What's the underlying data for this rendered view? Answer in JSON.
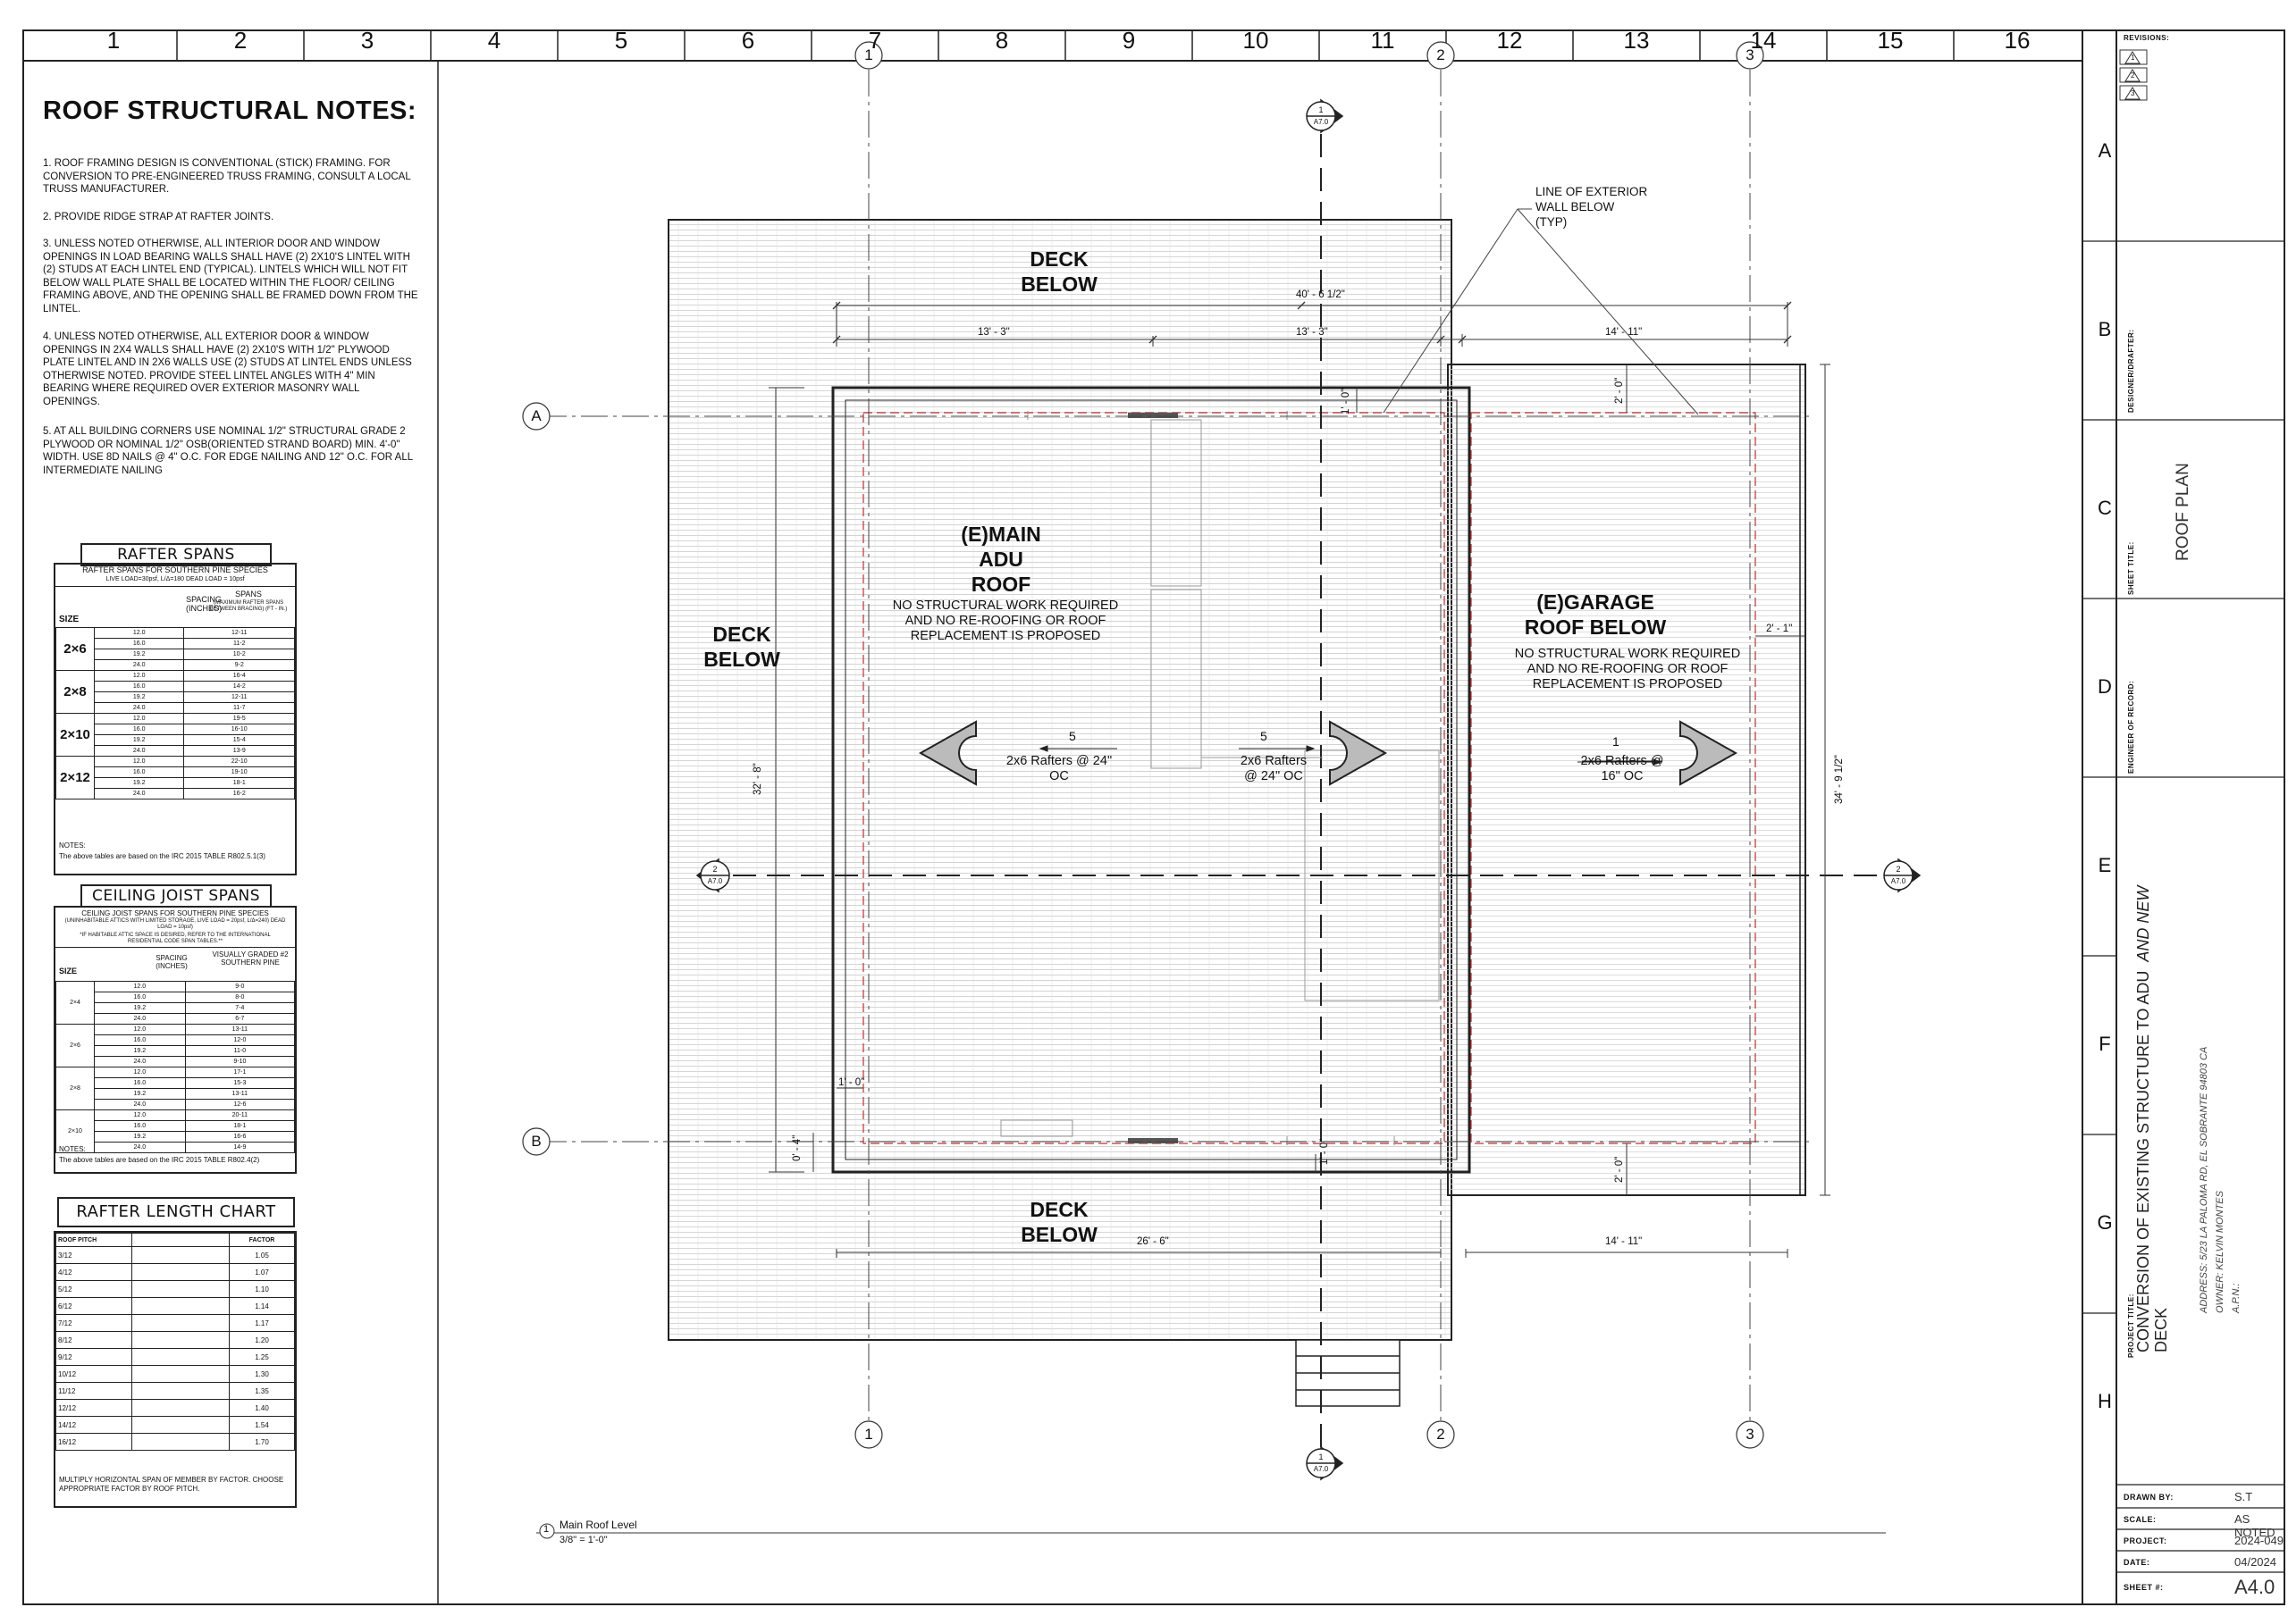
{
  "grid_columns": [
    "1",
    "2",
    "3",
    "4",
    "5",
    "6",
    "7",
    "8",
    "9",
    "10",
    "11",
    "12",
    "13",
    "14",
    "15",
    "16"
  ],
  "grid_rows": [
    "A",
    "B",
    "C",
    "D",
    "E",
    "F",
    "G",
    "H"
  ],
  "notes": {
    "title": "ROOF STRUCTURAL NOTES:",
    "items": [
      "1. ROOF FRAMING DESIGN IS CONVENTIONAL (STICK) FRAMING. FOR CONVERSION TO PRE-ENGINEERED TRUSS FRAMING, CONSULT A LOCAL TRUSS MANUFACTURER.",
      "2. PROVIDE RIDGE STRAP AT RAFTER JOINTS.",
      "3. UNLESS NOTED OTHERWISE, ALL INTERIOR DOOR AND WINDOW OPENINGS IN LOAD BEARING WALLS SHALL HAVE (2) 2X10'S LINTEL WITH (2) STUDS AT EACH LINTEL END (TYPICAL). LINTELS WHICH WILL NOT FIT BELOW WALL PLATE SHALL BE LOCATED WITHIN THE FLOOR/ CEILING FRAMING ABOVE, AND THE OPENING SHALL BE FRAMED DOWN FROM THE LINTEL.",
      "4. UNLESS NOTED OTHERWISE, ALL EXTERIOR DOOR & WINDOW OPENINGS IN 2X4 WALLS SHALL HAVE (2) 2X10'S WITH 1/2\" PLYWOOD PLATE LINTEL AND IN 2X6 WALLS USE (2) STUDS AT LINTEL ENDS UNLESS OTHERWISE NOTED. PROVIDE STEEL LINTEL ANGLES WITH 4\" MIN BEARING WHERE REQUIRED OVER EXTERIOR MASONRY WALL OPENINGS.",
      "5. AT ALL BUILDING CORNERS USE NOMINAL 1/2\" STRUCTURAL GRADE 2 PLYWOOD OR NOMINAL 1/2\" OSB(ORIENTED STRAND BOARD) MIN. 4'-0\" WIDTH. USE 8d NAILS @ 4\" O.C. FOR EDGE NAILING AND 12\" O.C. FOR ALL INTERMEDIATE NAILING"
    ]
  },
  "rafter_spans": {
    "title": "RAFTER SPANS",
    "subtitle": "RAFTER SPANS FOR SOUTHERN PINE SPECIES",
    "subtitle2": "LIVE LOAD=30psf, L/Δ=180  DEAD LOAD = 10psf",
    "headers": [
      "SIZE",
      "SPACING (INCHES)",
      "SPANS"
    ],
    "spans_note": "(MAXIMUM RAFTER SPANS BETWEEN BRACING) (FT - IN.)",
    "groups": [
      {
        "size": "2×6",
        "rows": [
          [
            "12.0",
            "12-11"
          ],
          [
            "16.0",
            "11-2"
          ],
          [
            "19.2",
            "10-2"
          ],
          [
            "24.0",
            "9-2"
          ]
        ]
      },
      {
        "size": "2×8",
        "rows": [
          [
            "12.0",
            "16-4"
          ],
          [
            "16.0",
            "14-2"
          ],
          [
            "19.2",
            "12-11"
          ],
          [
            "24.0",
            "11-7"
          ]
        ]
      },
      {
        "size": "2×10",
        "rows": [
          [
            "12.0",
            "19-5"
          ],
          [
            "16.0",
            "16-10"
          ],
          [
            "19.2",
            "15-4"
          ],
          [
            "24.0",
            "13-9"
          ]
        ]
      },
      {
        "size": "2×12",
        "rows": [
          [
            "12.0",
            "22-10"
          ],
          [
            "16.0",
            "19-10"
          ],
          [
            "19.2",
            "18-1"
          ],
          [
            "24.0",
            "16-2"
          ]
        ]
      }
    ],
    "notes_label": "NOTES:",
    "note": "The above tables are based on the IRC 2015 TABLE R802.5.1(3)"
  },
  "ceiling_joist": {
    "title": "CEILING JOIST SPANS",
    "subtitle": "CEILING JOIST SPANS FOR SOUTHERN PINE SPECIES",
    "subtitle2": "(UNINHABITABLE ATTICS WITH LIMITED STORAGE, LIVE LOAD = 20psf, L/Δ=240) DEAD LOAD = 10psf)",
    "subtitle3": "*IF HABITABLE ATTIC SPACE IS DESIRED, REFER TO THE INTERNATIONAL RESIDENTIAL CODE SPAN TABLES.**",
    "headers": [
      "SIZE",
      "SPACING (INCHES)",
      "VISUALLY GRADED #2 SOUTHERN PINE"
    ],
    "groups": [
      {
        "size": "2×4",
        "rows": [
          [
            "12.0",
            "9-0"
          ],
          [
            "16.0",
            "8-0"
          ],
          [
            "19.2",
            "7-4"
          ],
          [
            "24.0",
            "6-7"
          ]
        ]
      },
      {
        "size": "2×6",
        "rows": [
          [
            "12.0",
            "13-11"
          ],
          [
            "16.0",
            "12-0"
          ],
          [
            "19.2",
            "11-0"
          ],
          [
            "24.0",
            "9-10"
          ]
        ]
      },
      {
        "size": "2×8",
        "rows": [
          [
            "12.0",
            "17-1"
          ],
          [
            "16.0",
            "15-3"
          ],
          [
            "19.2",
            "13-11"
          ],
          [
            "24.0",
            "12-6"
          ]
        ]
      },
      {
        "size": "2×10",
        "rows": [
          [
            "12.0",
            "20-11"
          ],
          [
            "16.0",
            "18-1"
          ],
          [
            "19.2",
            "16-6"
          ],
          [
            "24.0",
            "14-9"
          ]
        ]
      }
    ],
    "notes_label": "NOTES:",
    "note": "The above tables are based on the IRC 2015 TABLE R802.4(2)"
  },
  "rafter_length": {
    "title": "RAFTER LENGTH CHART",
    "headers": [
      "ROOF PITCH",
      "FACTOR"
    ],
    "rows": [
      [
        "3/12",
        "1.05"
      ],
      [
        "4/12",
        "1.07"
      ],
      [
        "5/12",
        "1.10"
      ],
      [
        "6/12",
        "1.14"
      ],
      [
        "7/12",
        "1.17"
      ],
      [
        "8/12",
        "1.20"
      ],
      [
        "9/12",
        "1.25"
      ],
      [
        "10/12",
        "1.30"
      ],
      [
        "11/12",
        "1.35"
      ],
      [
        "12/12",
        "1.40"
      ],
      [
        "14/12",
        "1.54"
      ],
      [
        "16/12",
        "1.70"
      ]
    ],
    "note": "MULTIPLY HORIZONTAL SPAN OF MEMBER BY FACTOR. CHOOSE APPROPRIATE FACTOR BY ROOF PITCH."
  },
  "plan": {
    "deck_top": [
      "DECK",
      "BELOW"
    ],
    "deck_left": [
      "DECK",
      "BELOW"
    ],
    "deck_bottom": [
      "DECK",
      "BELOW"
    ],
    "main_roof": [
      "(E)MAIN",
      "ADU",
      "ROOF"
    ],
    "main_roof_note": [
      "NO STRUCTURAL WORK REQUIRED",
      "AND NO RE-ROOFING OR ROOF",
      "REPLACEMENT IS PROPOSED"
    ],
    "garage_roof": [
      "(E)GARAGE",
      "ROOF BELOW"
    ],
    "garage_roof_note": [
      "NO STRUCTURAL WORK REQUIRED",
      "AND NO RE-ROOFING OR ROOF",
      "REPLACEMENT IS PROPOSED"
    ],
    "ext_wall_note": [
      "LINE OF EXTERIOR",
      "WALL BELOW",
      "(TYP)"
    ],
    "rafters_left": {
      "slope": "5",
      "text": [
        "2x6 Rafters @ 24\"",
        "OC"
      ]
    },
    "rafters_mid": {
      "slope": "5",
      "text": [
        "2x6 Rafters",
        "@ 24\" OC"
      ]
    },
    "rafters_right": {
      "slope": "1",
      "text": [
        "2x6 Rafters @",
        "16\" OC"
      ]
    },
    "dims": {
      "overall": "40' - 6 1/2\"",
      "d1": "13' - 3\"",
      "d2": "13' - 3\"",
      "d3": "14' - 11\"",
      "d4": "14' - 11\"",
      "d5": "26' - 6\"",
      "v_left": "32' - 8\"",
      "v_right": "34' - 9 1/2\"",
      "two_one": "2' - 1\"",
      "two_zero_top": "2' - 0\"",
      "two_zero_bot": "2' - 0\"",
      "one_zero_top": "1' - 0\"",
      "one_zero_left": "1' - 0\"",
      "zero_four": "0' - 4\"",
      "one_zero_bot": "1' - 0\""
    },
    "grid_bubbles": [
      "1",
      "2",
      "3"
    ],
    "row_bubbles": [
      "A",
      "B"
    ],
    "section_num": "1",
    "section_num2": "2",
    "section_ref": "A7.0"
  },
  "view": {
    "num": "1",
    "title": "Main Roof Level",
    "scale": "3/8\" = 1'-0\""
  },
  "title_block": {
    "revisions_label": "REVISIONS:",
    "revisions": [
      "1",
      "2",
      "3"
    ],
    "designer_label": "DESIGNER/DRAFTER:",
    "sheet_title_label": "SHEET TITLE:",
    "sheet_title": "ROOF PLAN",
    "engineer_label": "ENGINEER OF RECORD:",
    "project_title_label": "PROJECT TITLE:",
    "project_title_1": "CONVERSION OF EXISTING STRUCTURE TO ADU",
    "project_title_2": "AND NEW",
    "project_title_3": "DECK",
    "address": "ADDRESS:   5/23 LA PALOMA RD, EL SOBRANTE 94803 CA",
    "owner": "OWNER:     KELVIN MONTES",
    "apn": "A.P.N.:",
    "drawn_by_label": "DRAWN BY:",
    "drawn_by": "S.T",
    "scale_label": "SCALE:",
    "scale": "AS NOTED",
    "project_label": "PROJECT:",
    "project": "2024-049",
    "date_label": "DATE:",
    "date": "04/2024",
    "sheet_label": "SHEET #:",
    "sheet": "A4.0"
  }
}
